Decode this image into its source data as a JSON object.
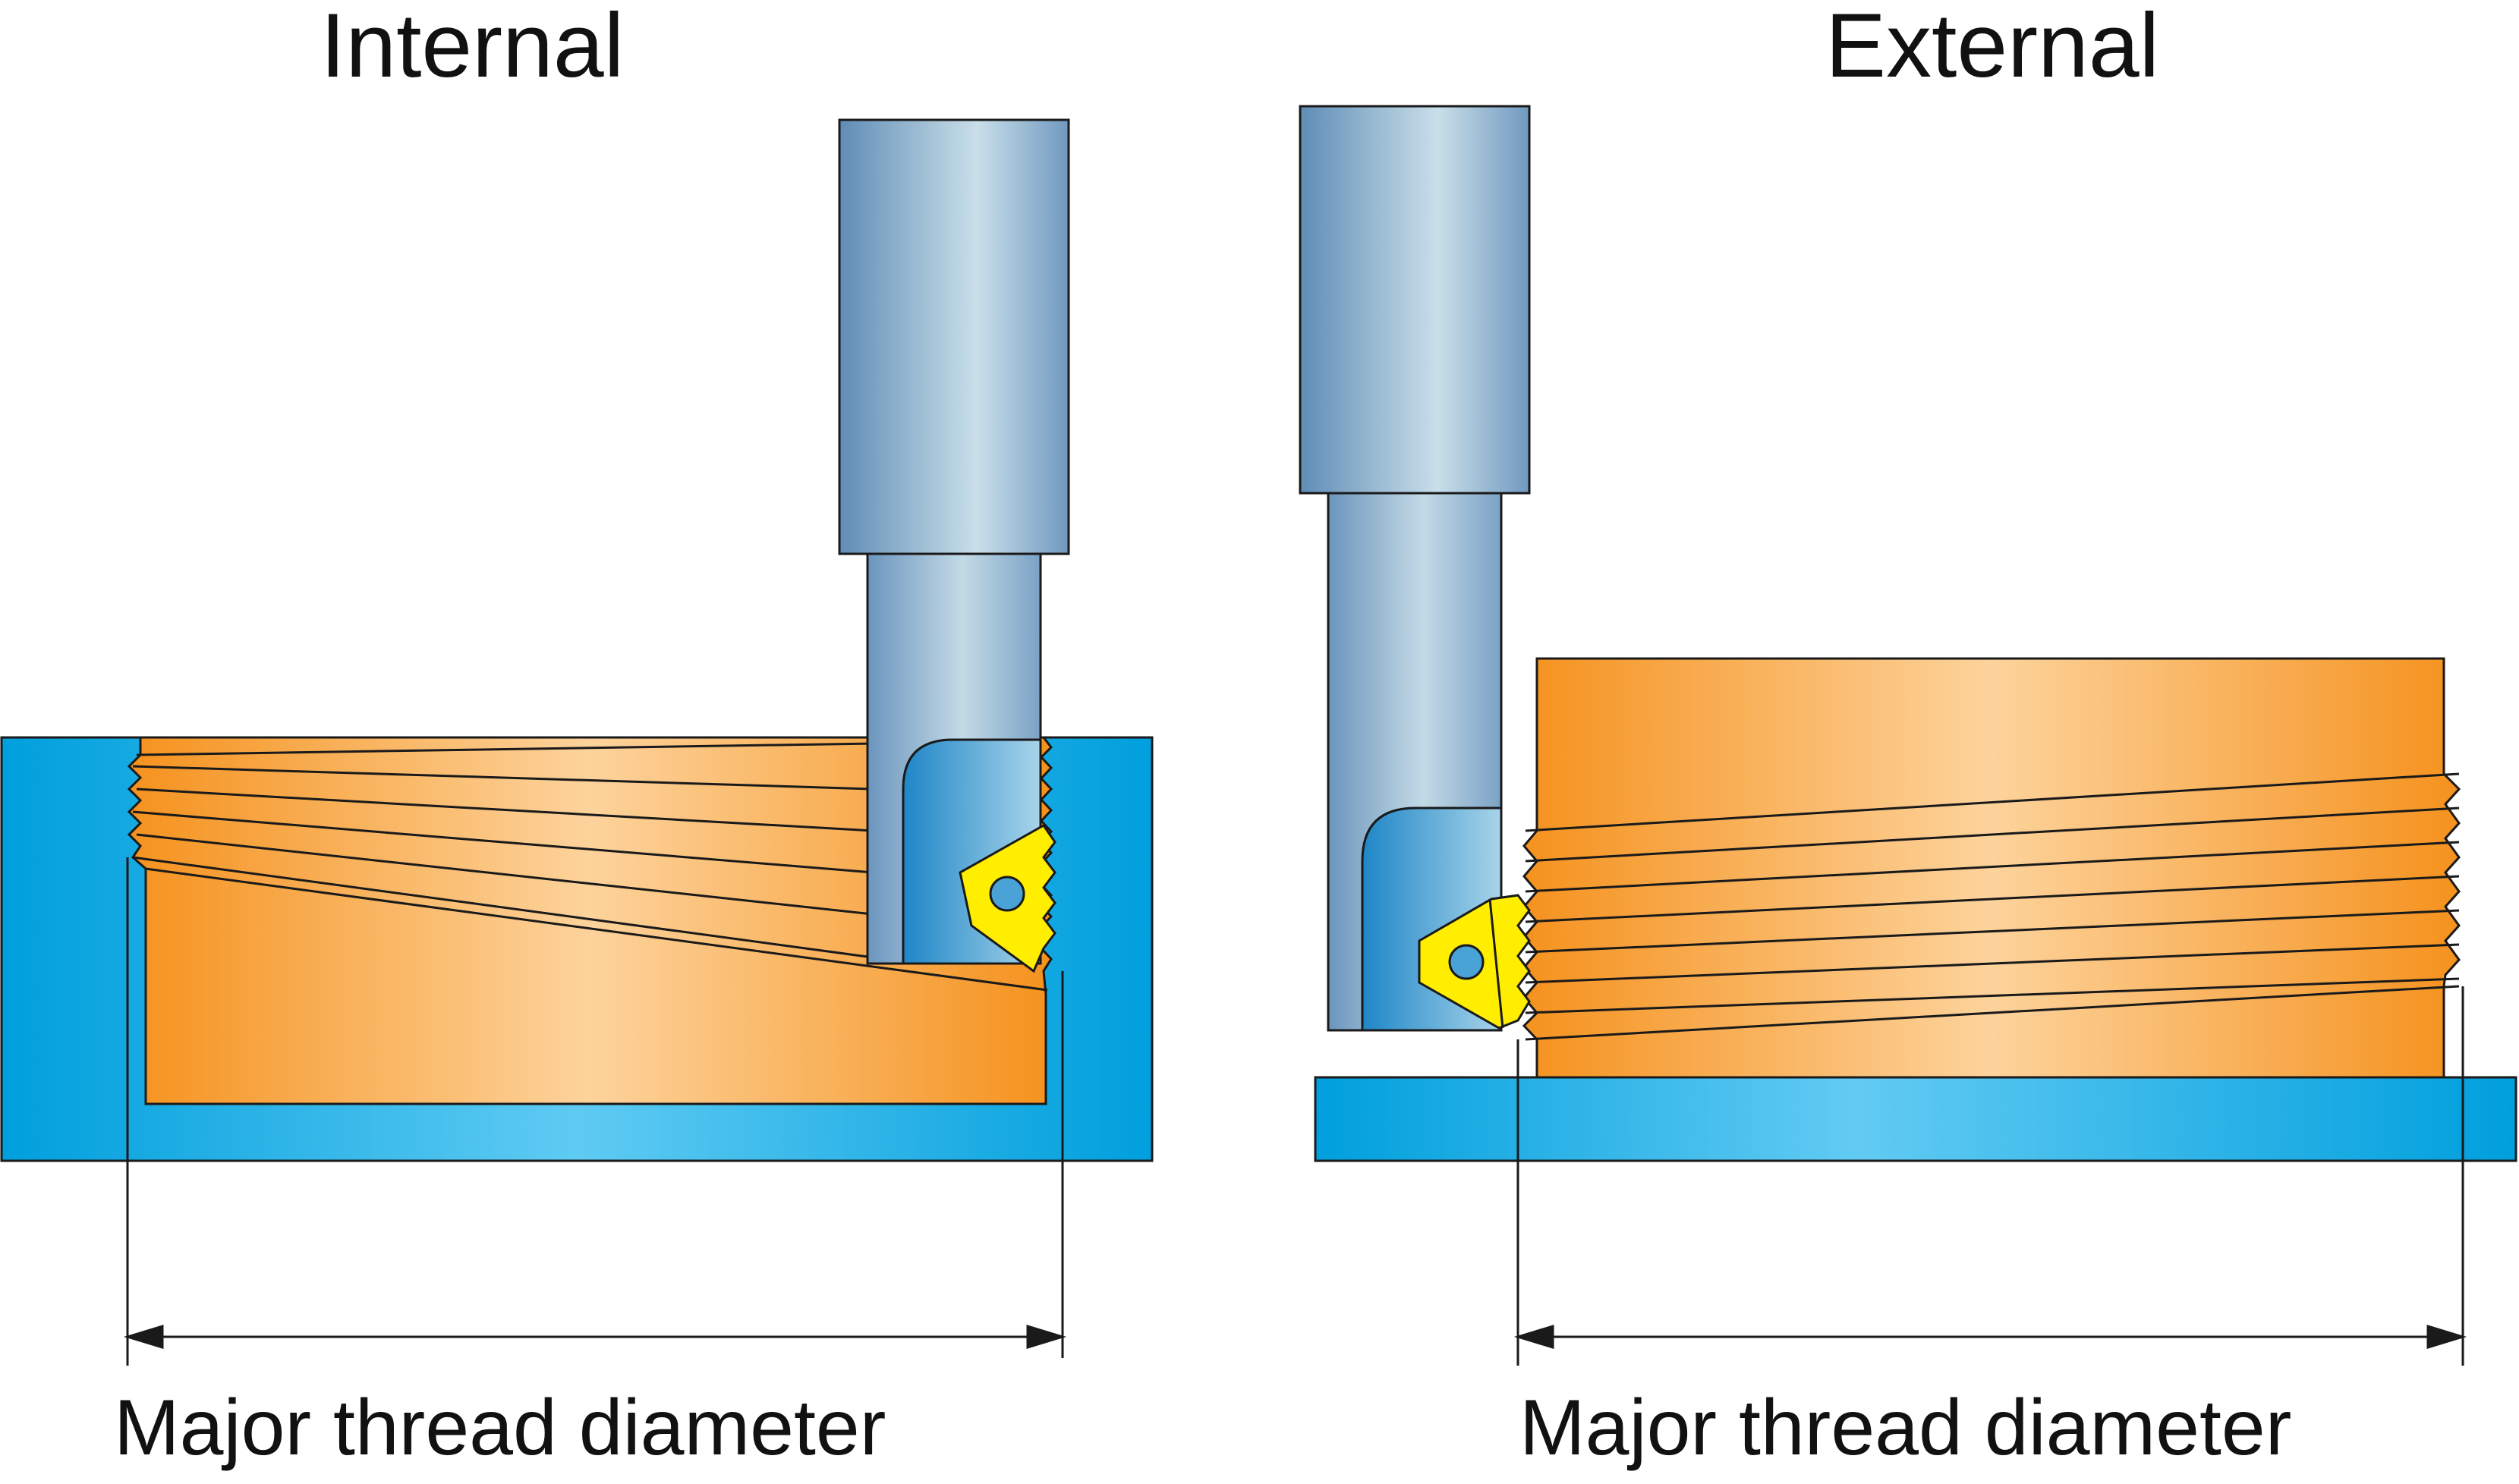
{
  "internal": {
    "title": "Internal",
    "dimension_label": "Major thread diameter"
  },
  "external": {
    "title": "External",
    "dimension_label": "Major thread diameter"
  },
  "colors": {
    "fixture_blue": "#00a0df",
    "fixture_light": "#5bc8f2",
    "workpiece_orange": "#f7941d",
    "workpiece_light": "#fdd29a",
    "tool_steel_dark": "#5f8fb8",
    "tool_steel_light": "#c8dfe8",
    "insert_yellow": "#ffee00",
    "outline": "#1a1a1a"
  },
  "icons": {
    "internal_insert": "triangular-thread-insert",
    "external_insert": "triangular-thread-insert",
    "dimension_arrow": "double-headed-arrow"
  }
}
